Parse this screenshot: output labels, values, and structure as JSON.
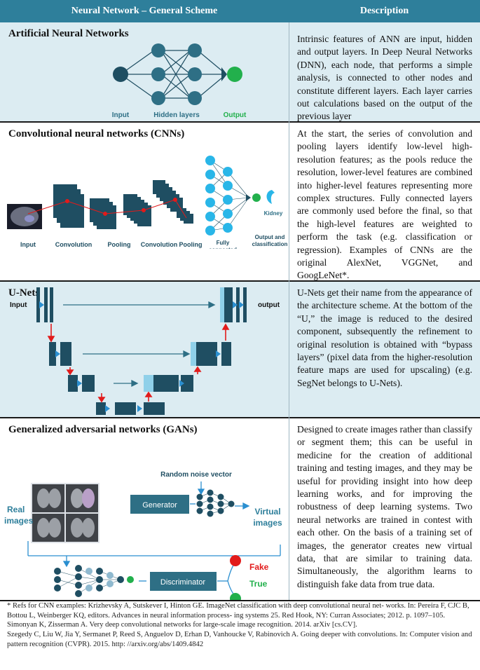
{
  "header": {
    "col1": "Neural Network – General Scheme",
    "col2": "Description"
  },
  "rows": [
    {
      "title": "Artificial Neural Networks",
      "description": "Intrinsic features of ANN are input, hidden and output layers. In Deep Neural Networks (DNN), each node, that performs a simple analysis, is connected to other nodes and constitute different layers. Each layer carries out calculations based on the output of the previous layer",
      "labels": {
        "input": "Input",
        "hidden": "Hidden layers",
        "output": "Output"
      }
    },
    {
      "title": "Convolutional neural networks (CNNs)",
      "description": "At the start, the series of convolution and pooling layers identify low-level high-resolution features; as the pools reduce the resolution, lower-level features are combined into higher-level features representing more complex structures. Fully connected layers are commonly used before the final, so that the high-level features are weighted to perform the task (e.g. classification or regression). Examples of CNNs are the original AlexNet, VGGNet, and GoogLeNet*.",
      "labels": {
        "input": "Input",
        "conv1": "Convolution",
        "pool1": "Pooling",
        "conv2": "Convolution",
        "pool2": "Pooling",
        "fc1": "Fully",
        "fc2": "connected",
        "out1": "Output and",
        "out2": "classification",
        "kidney": "Kidney"
      }
    },
    {
      "title": "U-Nets",
      "description": "U-Nets get their name from the appearance of the architecture scheme. At the bottom of the “U,” the image is reduced to the desired component, subsequently the refinement to original resolution is obtained with “bypass layers” (pixel data from the higher-resolution feature maps are used for upscaling) (e.g. SegNet belongs to U-Nets).",
      "labels": {
        "input": "Input",
        "output": "output"
      }
    },
    {
      "title": "Generalized adversarial networks (GANs)",
      "description": "Designed to create images rather than classify or segment them; this can be useful in medicine for the creation of additional training and testing images, and they may be useful for providing insight into how deep learning works, and for improving the robustness of deep learning systems. Two neural networks are trained in contest with each other. On the basis of a training set of images, the generator creates new virtual data, that are similar to training data. Simultaneously, the algorithm learns to distinguish fake data from true data.",
      "labels": {
        "noise": "Random noise vector",
        "generator": "Generator",
        "virtual1": "Virtual",
        "virtual2": "images",
        "real1": "Real",
        "real2": "images",
        "discriminator": "Discriminator",
        "fake": "Fake",
        "true": "True"
      }
    }
  ],
  "footnotes": [
    "* Refs for CNN examples: Krizhevsky A, Sutskever I, Hinton GE. ImageNet classification with deep convolutional neural net- works. In: Pereira F, CJC B, Bottou L, Weinberger KQ, editors. Advances in neural information process- ing systems 25. Red Hook, NY: Curran Associates; 2012. p. 1097–105.",
    "Simonyan K, Zisserman A. Very deep convolutional networks for large-scale image recognition. 2014. arXiv [cs.CV].",
    "Szegedy C, Liu W, Jia Y, Sermanet P, Reed S, Anguelov D, Erhan D, Vanhoucke V, Rabinovich A. Going deeper with convolutions. In: Computer vision and pattern recognition (CVPR). 2015. http: //arxiv.org/abs/1409.4842"
  ],
  "colors": {
    "header_bg": "#2e7f9b",
    "row_shade": "#dcecf2",
    "node_dark": "#1f4e62",
    "node_mid": "#2e6f85",
    "accent_green": "#22b04c",
    "accent_red": "#e21b1b",
    "accent_cyan": "#29b6e8"
  }
}
